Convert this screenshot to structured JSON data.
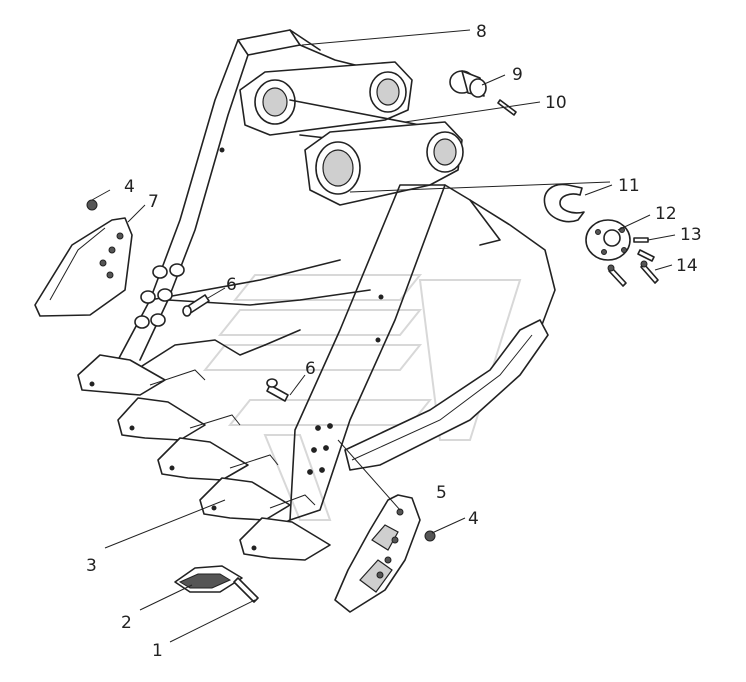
{
  "callouts": [
    {
      "id": "1",
      "text": "1"
    },
    {
      "id": "2",
      "text": "2"
    },
    {
      "id": "3",
      "text": "3"
    },
    {
      "id": "4a",
      "text": "4"
    },
    {
      "id": "4b",
      "text": "4"
    },
    {
      "id": "5",
      "text": "5"
    },
    {
      "id": "6a",
      "text": "6"
    },
    {
      "id": "6b",
      "text": "6"
    },
    {
      "id": "7",
      "text": "7"
    },
    {
      "id": "8",
      "text": "8"
    },
    {
      "id": "9",
      "text": "9"
    },
    {
      "id": "10",
      "text": "10"
    },
    {
      "id": "11",
      "text": "11"
    },
    {
      "id": "12",
      "text": "12"
    },
    {
      "id": "13",
      "text": "13"
    },
    {
      "id": "14",
      "text": "14"
    }
  ],
  "colors": {
    "line": "#222222",
    "background": "#ffffff",
    "watermark": "#d8d8d8"
  }
}
